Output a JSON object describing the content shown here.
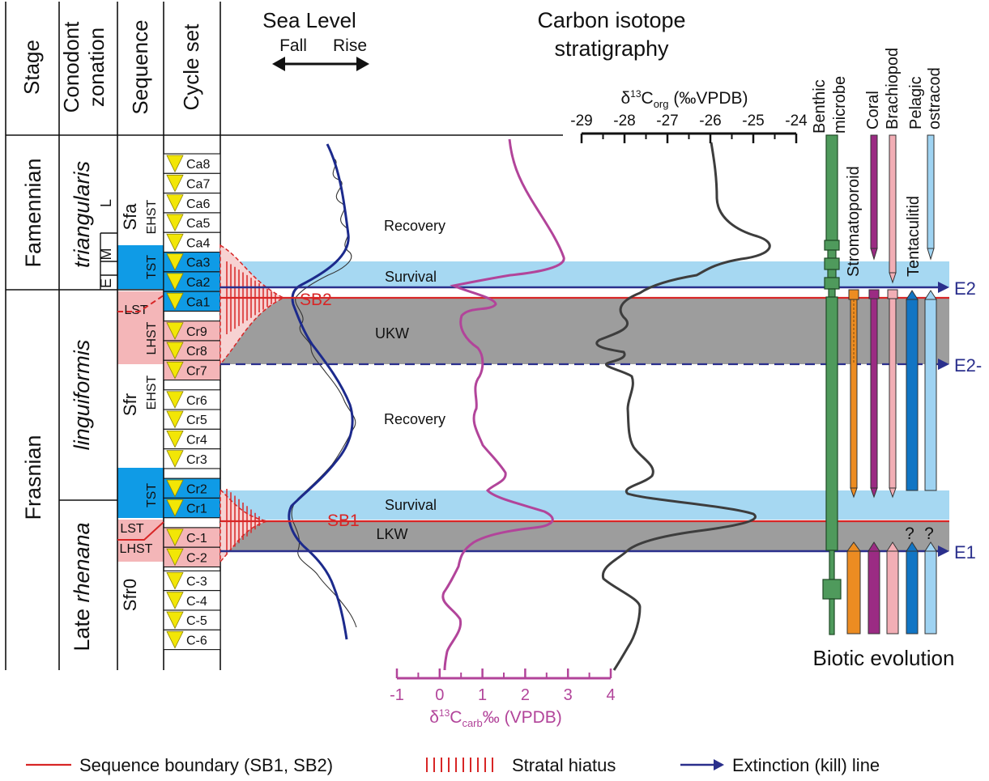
{
  "header": {
    "stage": "Stage",
    "conodont": [
      "Conodont",
      "zonation"
    ],
    "sequence": "Sequence",
    "cycle": "Cycle set",
    "sea_level_title": "Sea Level",
    "sea_level_fall": "Fall",
    "sea_level_rise": "Rise",
    "carbon_title": [
      "Carbon isotope",
      "stratigraphy"
    ]
  },
  "stages": [
    "Famennian",
    "Frasnian"
  ],
  "conodont": {
    "triangularis": "triangularis",
    "linguiformis": "linguiformis",
    "late_rhenana_prefix": "Late",
    "late_rhenana_italic": "rhenana",
    "sub_L": "L",
    "sub_M": "M",
    "sub_E": "E"
  },
  "sequences": {
    "sfa": "Sfa",
    "sfr": "Sfr",
    "sfr0": "Sfr0"
  },
  "systems_tracts": [
    "EHST",
    "TST",
    "LST",
    "LHST",
    "EHST",
    "TST",
    "LST",
    "LHST"
  ],
  "cycles": [
    "Ca8",
    "Ca7",
    "Ca6",
    "Ca5",
    "Ca4",
    "Ca3",
    "Ca2",
    "Ca1",
    "Cr9",
    "Cr8",
    "Cr7",
    "Cr6",
    "Cr5",
    "Cr4",
    "Cr3",
    "Cr2",
    "Cr1",
    "C-1",
    "C-2",
    "C-3",
    "C-4",
    "C-5",
    "C-6"
  ],
  "intervals": {
    "recovery_upper": "Recovery",
    "survival_upper": "Survival",
    "ukw": "UKW",
    "recovery_lower": "Recovery",
    "survival_lower": "Survival",
    "lkw": "LKW"
  },
  "boundaries": {
    "sb2": "SB2",
    "sb1": "SB1"
  },
  "kill_lines": {
    "e2": "E2",
    "e2_minus": "E2-",
    "e1": "E1"
  },
  "corg_axis": {
    "label_prefix": "δ",
    "label_sup": "13",
    "label_main": "C",
    "label_sub": "org",
    "label_unit": " (‰VPDB)",
    "ticks": [
      "-29",
      "-28",
      "-27",
      "-26",
      "-25",
      "-24"
    ]
  },
  "ccarb_axis": {
    "label_prefix": "δ",
    "label_sup": "13",
    "label_main": "C",
    "label_sub": "carb",
    "label_unit": "‰  (VPDB)",
    "ticks": [
      "-1",
      "0",
      "1",
      "2",
      "3",
      "4"
    ]
  },
  "taxa": {
    "benthic_microbe": [
      "Benthic",
      "microbe"
    ],
    "stromatoporoid": "Stromatoporoid",
    "coral": "Coral",
    "brachiopod": "Brachiopod",
    "tentaculitid": "Tentaculitid",
    "pelagic_ostracod": [
      "Pelagic",
      "ostracod"
    ]
  },
  "question_marks": [
    "?",
    "?"
  ],
  "biotic_evolution": "Biotic evolution",
  "legend": {
    "sequence_boundary": "Sequence boundary (SB1, SB2)",
    "stratal_hiatus": "Stratal hiatus",
    "extinction_line": "Extinction (kill) line"
  },
  "colors": {
    "tst_blue": "#0f9be6",
    "lst_pink": "#f4b6b8",
    "survival_band": "#a6d8f2",
    "kill_band": "#9d9d9d",
    "red_line": "#d82626",
    "kill_line": "#2a2f8c",
    "sea_level_curve": "#1c2a8c",
    "carb_curve": "#b2449a",
    "org_curve": "#3d3d3d",
    "benthic": "#4f9a5c",
    "stromatoporoid": "#ec8c22",
    "coral": "#9b2b83",
    "brachiopod": "#f2aeb5",
    "tentaculitid": "#1175c4",
    "ostracod": "#9fd3f2",
    "triangle": "#f2e606"
  }
}
